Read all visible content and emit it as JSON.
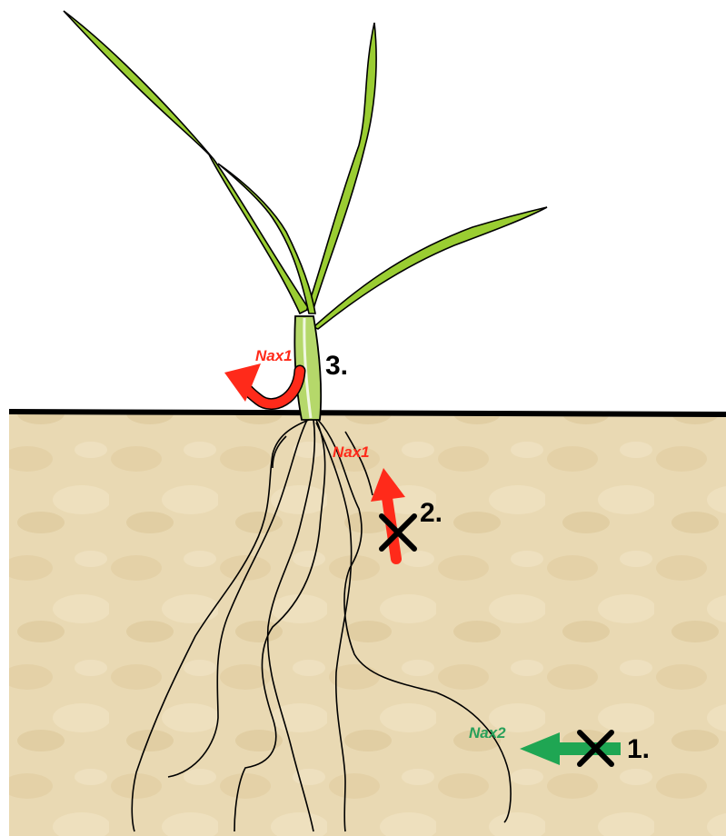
{
  "colors": {
    "soil": "#e8d7b0",
    "soil_dark": "#d9c496",
    "leaf": "#9acd32",
    "leaf_dark": "#6b9b10",
    "stem": "#b7d86a",
    "red_arrow": "#ff1a1a",
    "green_arrow": "#1fa653",
    "green_text": "#27a05a",
    "outline": "#000000"
  },
  "labels": {
    "step1": "1.",
    "step2": "2.",
    "step3": "3.",
    "gene_nax1_shoot": "Nax1",
    "gene_nax1_root": "Nax1",
    "gene_nax2": "Nax2"
  },
  "icons": {
    "block_mark": "x-mark-icon",
    "transport_arrow": "arrow-icon"
  }
}
